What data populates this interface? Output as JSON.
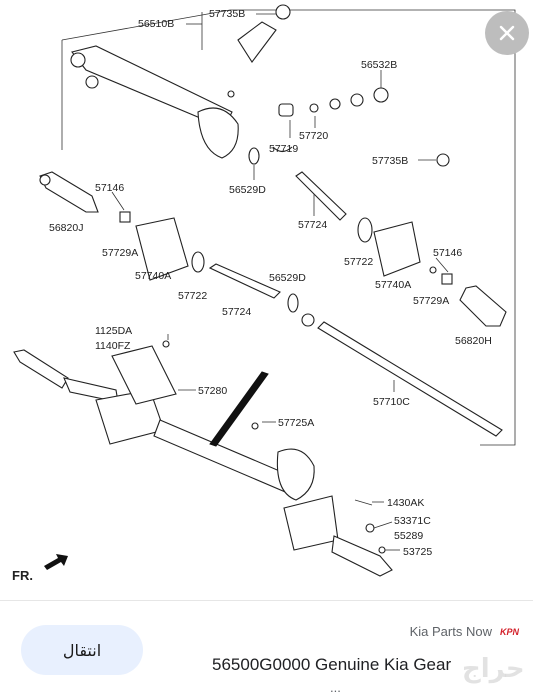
{
  "labels": {
    "p56510B": "56510B",
    "p57735B_top": "57735B",
    "p56532B": "56532B",
    "p57720": "57720",
    "p57719": "57719",
    "p57735B_mid": "57735B",
    "p57146_left": "57146",
    "p56529D_top": "56529D",
    "p56820J": "56820J",
    "p57729A_left": "57729A",
    "p57724_top": "57724",
    "p57722_right": "57722",
    "p57740A_left": "57740A",
    "p57146_right": "57146",
    "p57722_left": "57722",
    "p56529D_mid": "56529D",
    "p57740A_right": "57740A",
    "p57724_mid": "57724",
    "p57729A_right": "57729A",
    "p56820H": "56820H",
    "p1125DA": "1125DA",
    "p1140FZ": "1140FZ",
    "p57280": "57280",
    "p57710C": "57710C",
    "p57725A": "57725A",
    "p1430AK": "1430AK",
    "p53371C": "53371C",
    "p55289": "55289",
    "p53725": "53725",
    "fr": "FR."
  },
  "result": {
    "button_label": "انتقال",
    "source_name": "Kia Parts Now",
    "source_logo": "KPN",
    "title": "56500G0000 Genuine Kia Gear",
    "subtitle": "...",
    "watermark": "حراج"
  },
  "icons": {
    "close": "close-icon",
    "arrow": "fr-arrow-icon"
  },
  "colors": {
    "button_bg": "#e8f0fe",
    "close_bg": "#bdbdbd",
    "logo_red": "#d3202a"
  }
}
